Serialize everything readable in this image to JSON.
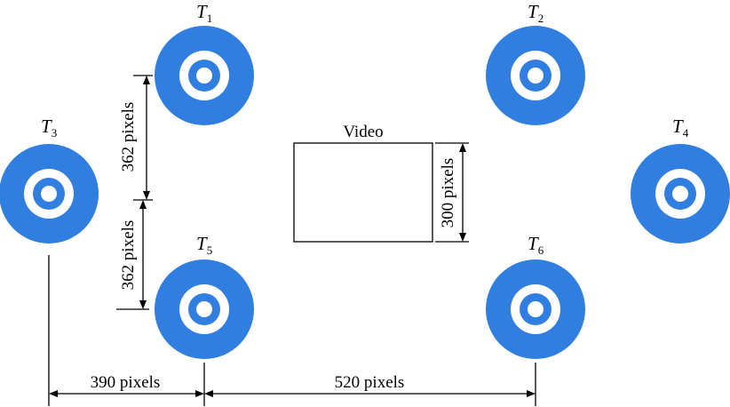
{
  "targets": [
    {
      "id": "T1",
      "letter": "T",
      "subscript": "1"
    },
    {
      "id": "T2",
      "letter": "T",
      "subscript": "2"
    },
    {
      "id": "T3",
      "letter": "T",
      "subscript": "3"
    },
    {
      "id": "T4",
      "letter": "T",
      "subscript": "4"
    },
    {
      "id": "T5",
      "letter": "T",
      "subscript": "5"
    },
    {
      "id": "T6",
      "letter": "T",
      "subscript": "6"
    }
  ],
  "video": {
    "label": "Video"
  },
  "dimensions": {
    "upper_vertical": "362 pixels",
    "lower_vertical": "362 pixels",
    "video_height": "300 pixels",
    "left_horizontal": "390 pixels",
    "right_horizontal": "520 pixels"
  },
  "colors": {
    "target_blue": "#2f7ee0",
    "ring": "#ffffff",
    "lines": "#000000"
  }
}
